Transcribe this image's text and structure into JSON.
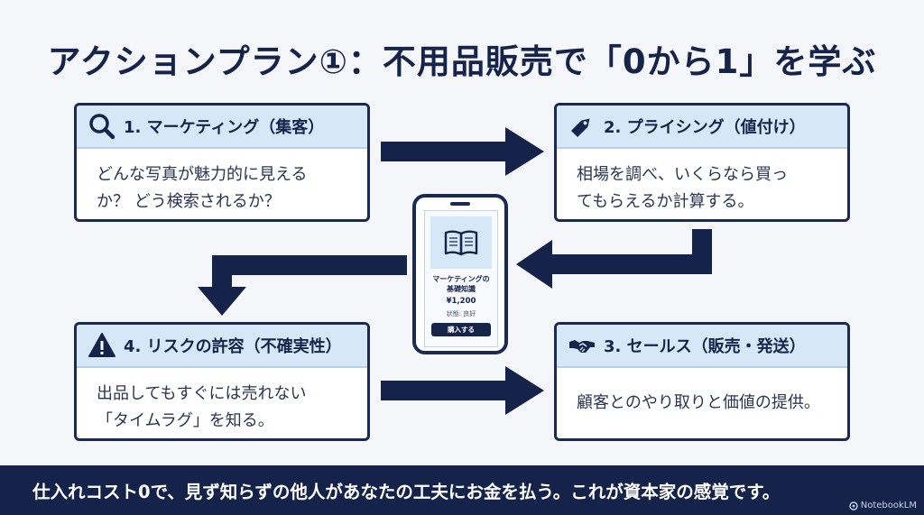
{
  "title": "アクションプラン①：不用品販売で「0から1」を学ぶ",
  "cards": {
    "marketing": {
      "title": "1. マーケティング（集客）",
      "body_lines": [
        "どんな写真が魅力的に見える",
        "か？ どう検索されるか？"
      ],
      "icon": "search-icon"
    },
    "pricing": {
      "title": "2. プライシング（値付け）",
      "body_lines": [
        "相場を調べ、いくらなら買っ",
        "てもらえるか計算する。"
      ],
      "icon": "price-tag-icon"
    },
    "sales": {
      "title": "3. セールス（販売・発送）",
      "body_lines": [
        "顧客とのやり取りと価値の提供。"
      ],
      "icon": "handshake-icon"
    },
    "risk": {
      "title": "4. リスクの許容（不確実性）",
      "body_lines": [
        "出品してもすぐには売れない",
        "「タイムラグ」を知る。"
      ],
      "icon": "warning-icon"
    }
  },
  "phone": {
    "product_name_lines": [
      "マーケティングの",
      "基礎知識"
    ],
    "price": "¥1,200",
    "status": "状態: 良好",
    "buy_label": "購入する",
    "image_icon": "book-icon"
  },
  "footer": {
    "message": "仕入れコスト0で、見ず知らずの他人があなたの工夫にお金を払う。これが資本家の感覚です。",
    "watermark": "NotebookLM"
  },
  "colors": {
    "navy": "#1b2a52",
    "header_blue": "#d6e8f8",
    "background": "#f4f6fa",
    "banner": "#15234a"
  }
}
